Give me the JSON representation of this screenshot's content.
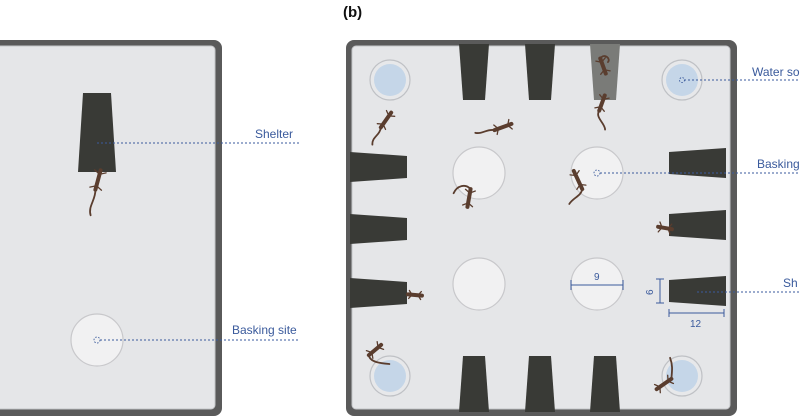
{
  "panel_b": {
    "letter": "(b)"
  },
  "labels": {
    "shelter_a": "Shelter",
    "basking_a": "Basking site",
    "water_b": "Water so",
    "basking_b": "Basking",
    "shelter_b": "Sh"
  },
  "dimensions": {
    "basking_diameter": "9",
    "shelter_height": "6",
    "shelter_width": "12"
  },
  "colors": {
    "tank_border": "#5a5a5a",
    "tank_floor": "#e5e6e8",
    "shelter": "#393a36",
    "basking_site": "#f1f1f2",
    "water": "#c5d6e8",
    "lizard": "#5a3d2e",
    "annotation": "#3a5a9c"
  }
}
